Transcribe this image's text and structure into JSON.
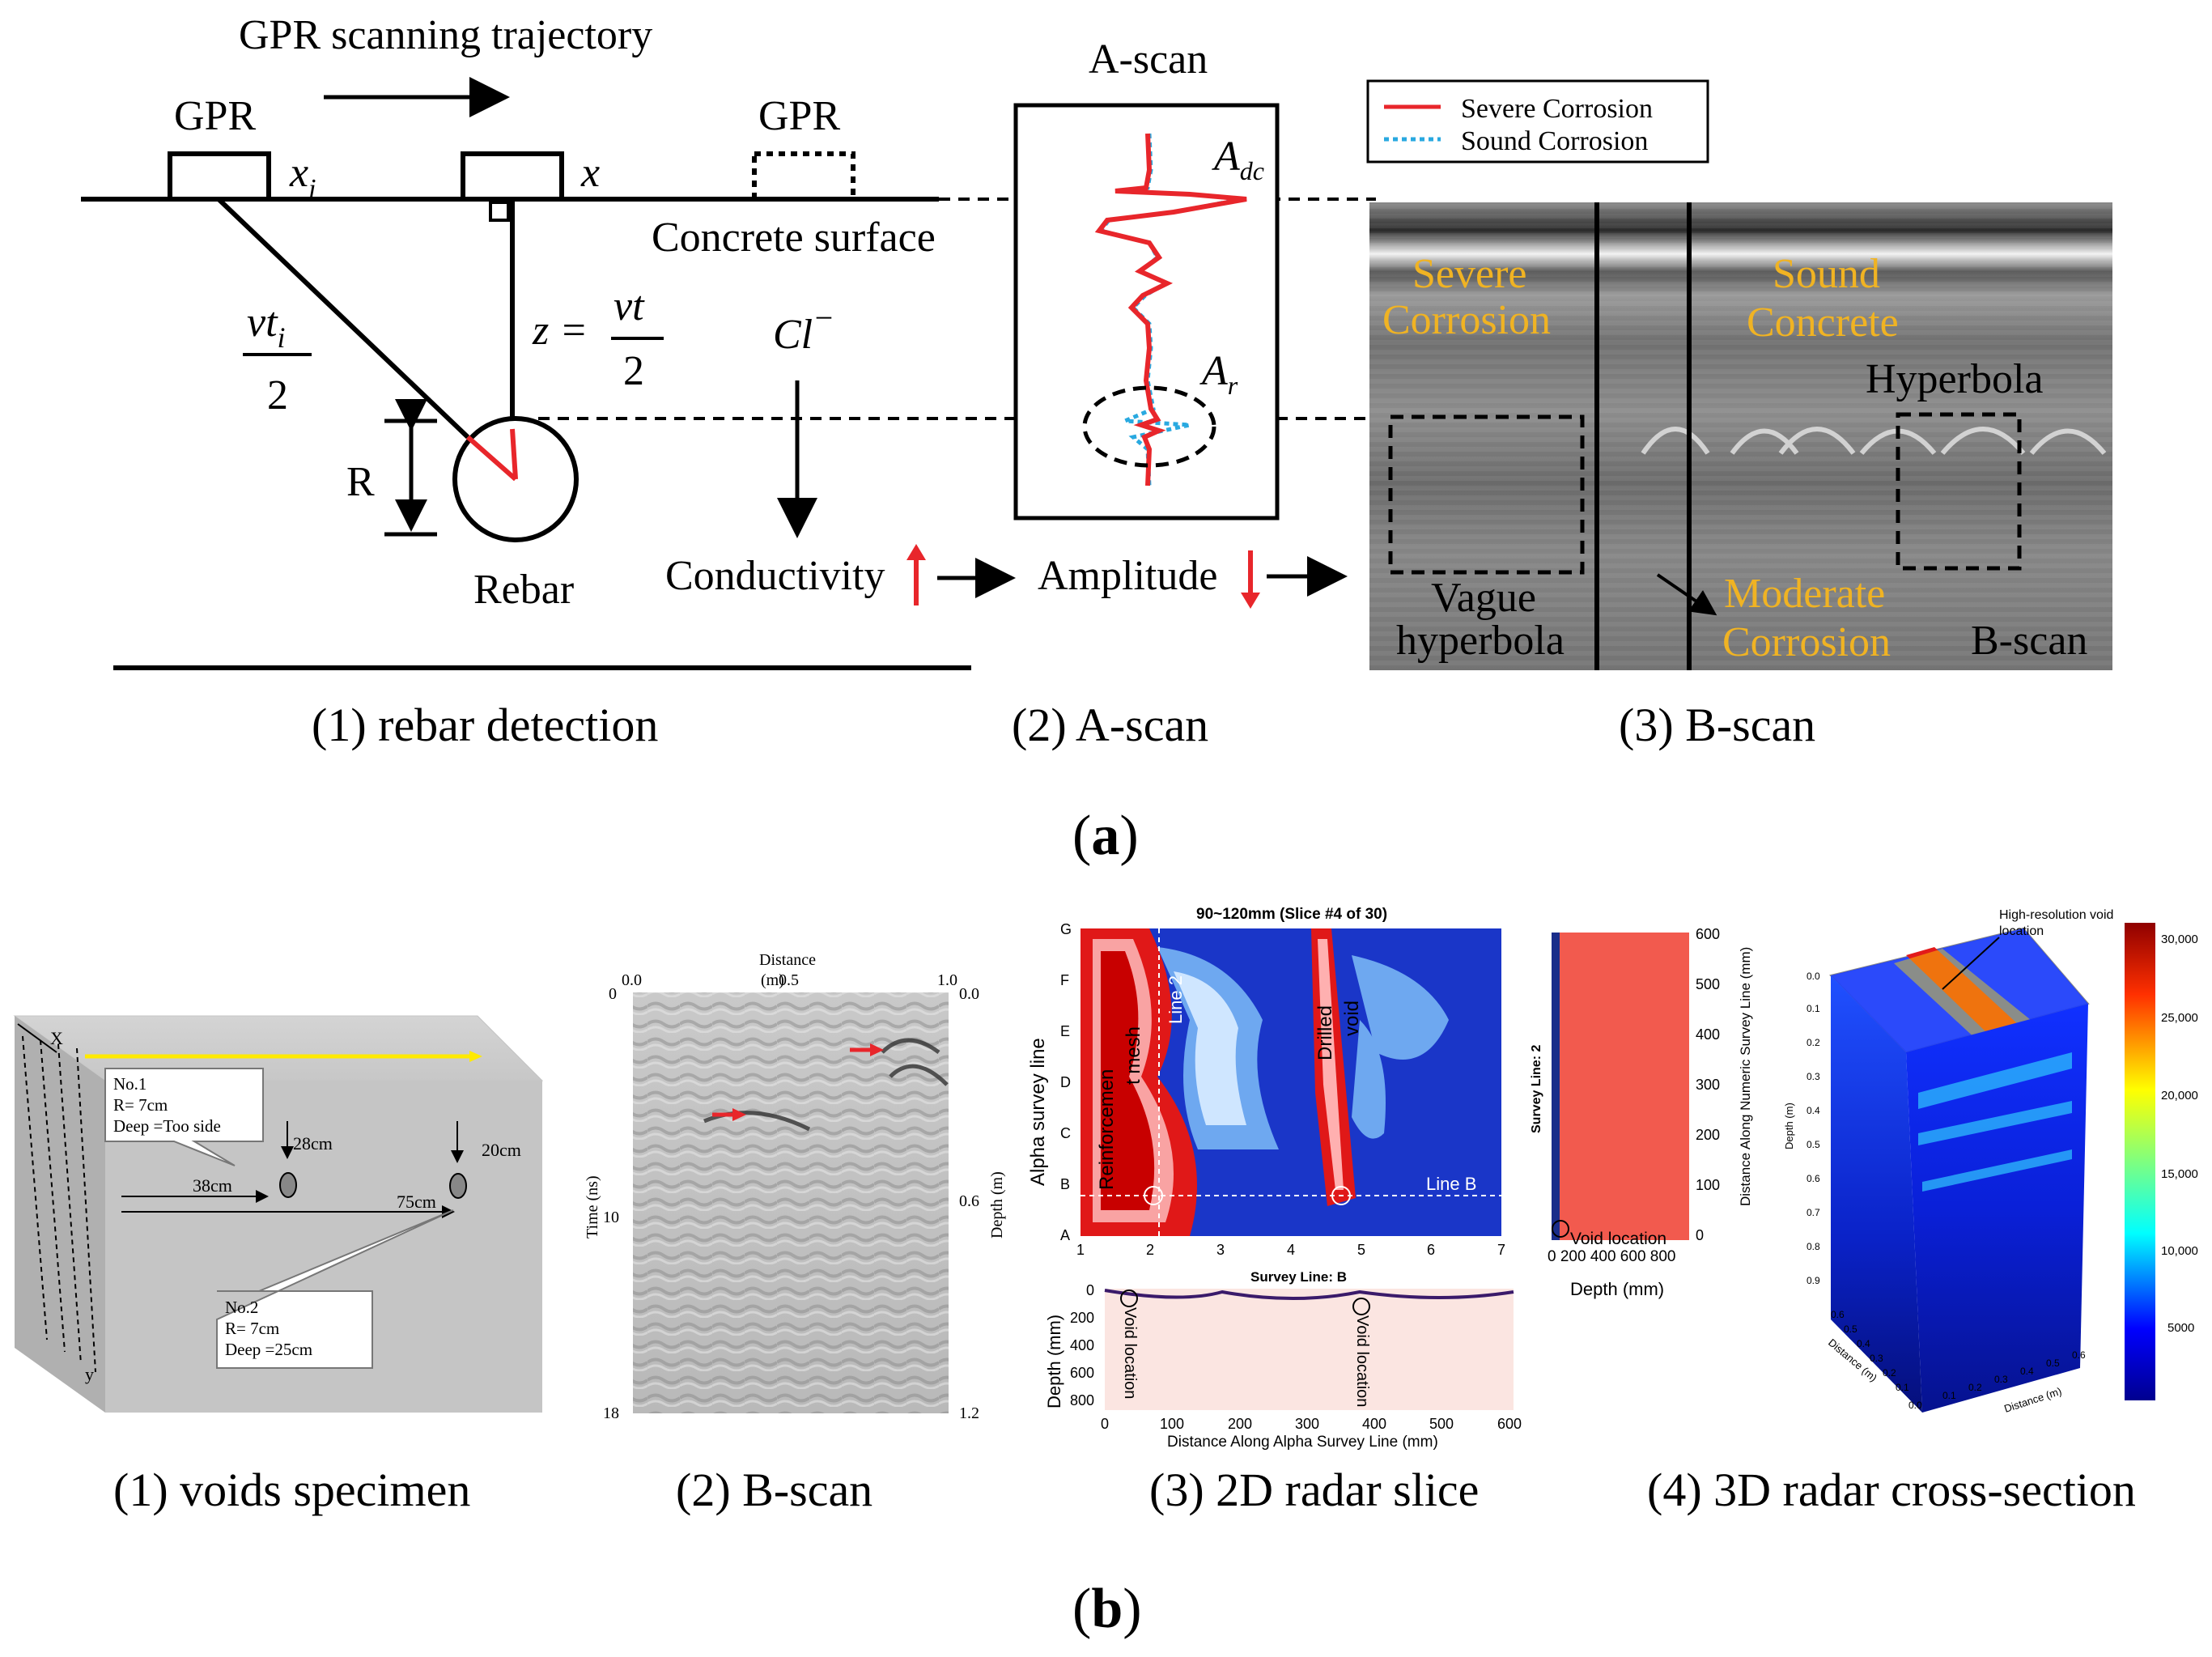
{
  "part_a": {
    "letter": "a",
    "rebar": {
      "trajectory_label": "GPR scanning trajectory",
      "gpr_label_1": "GPR",
      "gpr_label_2": "GPR",
      "xi_label": "x",
      "xi_sub": "i",
      "x_label": "x",
      "surface_label": "Concrete surface",
      "vt_num": "vt",
      "vt_sub": "i",
      "vt_den": "2",
      "z_lhs": "z =",
      "z_num": "vt",
      "z_den": "2",
      "cl_label": "Cl",
      "cl_sup": "−",
      "r_label": "R",
      "rebar_label": "Rebar",
      "conductivity_label": "Conductivity",
      "caption": "(1) rebar detection"
    },
    "ascan": {
      "title": "A-scan",
      "adc_label": "A",
      "adc_sub": "dc",
      "ar_label": "A",
      "ar_sub": "r",
      "amplitude_label": "Amplitude",
      "caption": "(2) A-scan"
    },
    "bscan": {
      "legend_severe": "Severe Corrosion",
      "legend_sound": "Sound Corrosion",
      "severe_1": "Severe",
      "severe_2": "Corrosion",
      "sound_1": "Sound",
      "sound_2": "Concrete",
      "hyperbola": "Hyperbola",
      "vague_1": "Vague",
      "vague_2": "hyperbola",
      "moderate_1": "Moderate",
      "moderate_2": "Corrosion",
      "bscan_label": "B-scan",
      "caption": "(3) B-scan"
    },
    "colors": {
      "severe": "#e8262b",
      "sound": "#29a9e0",
      "label_yellow": "#f0b323",
      "arrow_red": "#e8262b"
    }
  },
  "part_b": {
    "letter": "b",
    "voids": {
      "x_axis": "X",
      "y_axis": "y",
      "no1_title": "No.1",
      "no1_r": "R= 7cm",
      "no1_deep": "Deep =Too side",
      "dim_28": "28cm",
      "dim_20": "20cm",
      "dim_38": "38cm",
      "dim_75": "75cm",
      "no2_title": "No.2",
      "no2_r": "R= 7cm",
      "no2_deep": "Deep =25cm",
      "caption": "(1) voids specimen"
    },
    "bscan2": {
      "distance_label": "Distance",
      "distance_unit": "(m)",
      "top_ticks": [
        "0.0",
        "0.5",
        "1.0"
      ],
      "time_label": "Time (ns)",
      "time_ticks": [
        "0",
        "10",
        "18"
      ],
      "depth_label": "Depth (m)",
      "depth_ticks": [
        "0.0",
        "0.6",
        "1.2"
      ],
      "caption": "(2) B-scan"
    },
    "slice2d": {
      "title": "90~120mm  (Slice #4 of 30)",
      "y_letters": [
        "G",
        "F",
        "E",
        "D",
        "C",
        "B",
        "A"
      ],
      "x_ticks": [
        "1",
        "2",
        "3",
        "4",
        "5",
        "6",
        "7"
      ],
      "ylabel": "Alpha survey line",
      "reinf_1": "Reinforcemen",
      "reinf_2": "t mesh",
      "line2": "Line 2",
      "drilled_1": "Drilled",
      "drilled_2": "void",
      "lineb": "Line B",
      "survey_b": "Survey Line: B",
      "bottom_ylabel": "Depth (mm)",
      "bottom_yticks": [
        "0",
        "200",
        "400",
        "600",
        "800"
      ],
      "bottom_xticks": [
        "0",
        "100",
        "200",
        "300",
        "400",
        "500",
        "600"
      ],
      "bottom_xlabel": "Distance Along Alpha Survey Line (mm)",
      "void_loc": "Void location",
      "side_ticks": [
        "600",
        "500",
        "400",
        "300",
        "200",
        "100",
        "0"
      ],
      "side_ylabel": "Distance Along Numeric Survey Line (mm)",
      "side_survey": "Survey Line: 2",
      "side_xticks": "0 200 400 600 800",
      "side_xlabel": "Depth (mm)",
      "side_void": "Void location",
      "caption": "(3) 2D radar slice"
    },
    "cross3d": {
      "annotation_1": "High-resolution void",
      "annotation_2": "location",
      "depth_label": "Depth (m)",
      "depth_ticks": [
        "0.0",
        "0.1",
        "0.2",
        "0.3",
        "0.4",
        "0.5",
        "0.6",
        "0.7",
        "0.8",
        "0.9"
      ],
      "dist_label_1": "Distance (m)",
      "dist_label_2": "Distance (m)",
      "left_dist_ticks": [
        "0.6",
        "0.5",
        "0.4",
        "0.3",
        "0.2",
        "0.1",
        "0.0"
      ],
      "right_dist_ticks": [
        "0.1",
        "0.2",
        "0.3",
        "0.4",
        "0.5",
        "0.6"
      ],
      "colorbar_ticks": [
        "30,000",
        "25,000",
        "20,000",
        "15,000",
        "10,000",
        "5000"
      ],
      "caption": "(4) 3D radar cross-section"
    }
  }
}
